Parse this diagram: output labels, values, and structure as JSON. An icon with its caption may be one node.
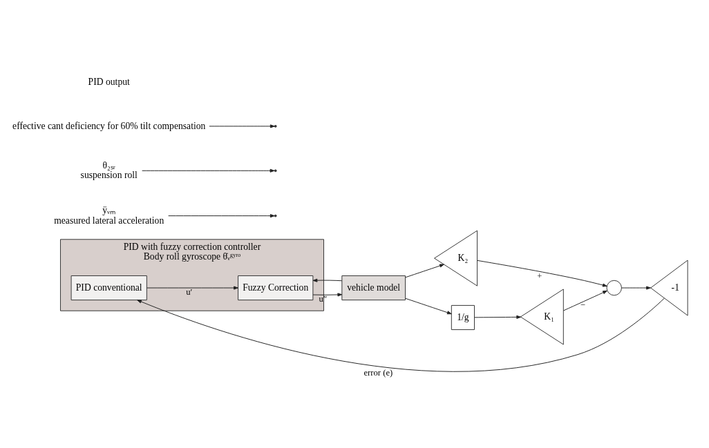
{
  "diagram": {
    "nodes": [
      {
        "text": [
          "PID with fuzzy correction controller",
          "Body roll gyroscope θ̇ᵥᵍʸʳᵒ"
        ]
      },
      {
        "text": [
          "PID conventional"
        ],
        "in": 0
      },
      {
        "text": [
          "Fuzzy Correction"
        ],
        "in": 0
      },
      {
        "text": [
          "vehicle model"
        ]
      },
      {
        "text": [
          "ÿᵥₘ",
          "measured lateral acceleration"
        ]
      },
      {
        "text": [
          "θ₂ₛᵣ",
          "suspension roll"
        ]
      },
      {
        "text": [
          "K₂"
        ]
      },
      {
        "text": [],
        "shape": "circle"
      },
      {
        "text": [
          "-1"
        ]
      },
      {
        "text": [
          "K₁"
        ]
      },
      {
        "text": [
          "1/g"
        ]
      },
      {
        "text": [
          "effective cant deficiency for 60% tilt compensation"
        ]
      }
    ],
    "edges": [
      {
        "from": 1,
        "to": 2,
        "arrow": "to",
        "label": "u′"
      },
      {
        "from": 3,
        "to": 2,
        "arrow": "to"
      },
      {
        "from": 2,
        "to": 3,
        "arrow": "to",
        "label": "u″"
      },
      {
        "from": 3,
        "to": 6,
        "arrow": "to"
      },
      {
        "from": 3,
        "to": 10,
        "arrow": "to"
      },
      {
        "from": 10,
        "to": 9,
        "arrow": "to"
      },
      {
        "from": 6,
        "to": 7,
        "arrow": "to",
        "label": "+"
      },
      {
        "from": 9,
        "to": 7,
        "arrow": "to",
        "label": "−"
      },
      {
        "from": 7,
        "to": 8,
        "arrow": "to"
      },
      {
        "from": 8,
        "to": 1,
        "arrow": "to",
        "label": "error (e)"
      },
      {
        "from": 5,
        "to": null,
        "arrow": "to"
      },
      {
        "from": 4,
        "to": null,
        "arrow": "to"
      },
      {
        "from": 11,
        "to": null,
        "arrow": "to"
      }
    ],
    "labels": [
      "PID output"
    ]
  }
}
